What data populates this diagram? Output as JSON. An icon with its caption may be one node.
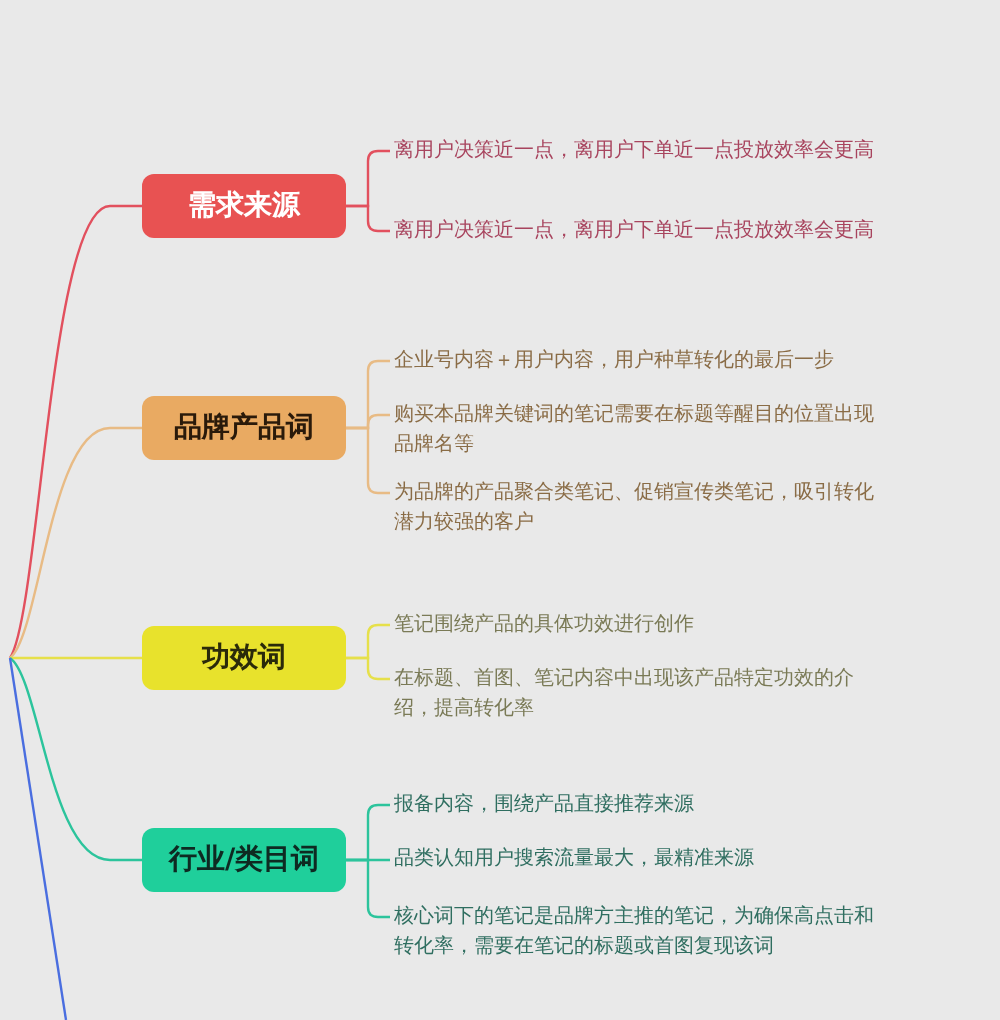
{
  "diagram": {
    "nodes": [
      {
        "text": [
          "需求来源"
        ]
      },
      {
        "text": [
          "离用户决策近一点，离用户下单近一点投放效率会更高"
        ]
      },
      {
        "text": [
          "离用户决策近一点，离用户下单近一点投放效率会更高"
        ]
      },
      {
        "text": [
          "品牌产品词"
        ]
      },
      {
        "text": [
          "企业号内容＋用户内容，用户种草转化的最后一步"
        ]
      },
      {
        "text": [
          "购买本品牌关键词的笔记需要在标题等醒目的位置出现品牌名等"
        ]
      },
      {
        "text": [
          "为品牌的产品聚合类笔记、促销宣传类笔记，吸引转化潜力较强的客户"
        ]
      },
      {
        "text": [
          "功效词"
        ]
      },
      {
        "text": [
          "笔记围绕产品的具体功效进行创作"
        ]
      },
      {
        "text": [
          "在标题、首图、笔记内容中出现该产品特定功效的介绍，提高转化率"
        ]
      },
      {
        "text": [
          "行业/类目词"
        ]
      },
      {
        "text": [
          "报备内容，围绕产品直接推荐来源"
        ]
      },
      {
        "text": [
          "品类认知用户搜索流量最大，最精准来源"
        ]
      },
      {
        "text": [
          "核心词下的笔记是品牌方主推的笔记，为确保高点击和转化率，需要在笔记的标题或首图复现该词"
        ]
      }
    ],
    "edges": [
      {
        "from": null,
        "to": 0,
        "arrow": "none",
        "color": "#e2505e"
      },
      {
        "from": null,
        "to": 3,
        "arrow": "none",
        "color": "#e8bb85"
      },
      {
        "from": null,
        "to": 7,
        "arrow": "none",
        "color": "#e6e04a"
      },
      {
        "from": null,
        "to": 10,
        "arrow": "none",
        "color": "#2cc49c"
      },
      {
        "from": 0,
        "to": 1,
        "arrow": "none",
        "color": "#e2505e"
      },
      {
        "from": 0,
        "to": 2,
        "arrow": "none",
        "color": "#e2505e"
      },
      {
        "from": 3,
        "to": 4,
        "arrow": "none",
        "color": "#e8bb85"
      },
      {
        "from": 3,
        "to": 5,
        "arrow": "none",
        "color": "#e8bb85"
      },
      {
        "from": 3,
        "to": 6,
        "arrow": "none",
        "color": "#e8bb85"
      },
      {
        "from": 7,
        "to": 8,
        "arrow": "none",
        "color": "#e6e04a"
      },
      {
        "from": 7,
        "to": 9,
        "arrow": "none",
        "color": "#e6e04a"
      },
      {
        "from": 10,
        "to": 11,
        "arrow": "none",
        "color": "#2cc49c"
      },
      {
        "from": 10,
        "to": 12,
        "arrow": "none",
        "color": "#2cc49c"
      },
      {
        "from": 10,
        "to": 13,
        "arrow": "none",
        "color": "#2cc49c"
      }
    ]
  }
}
